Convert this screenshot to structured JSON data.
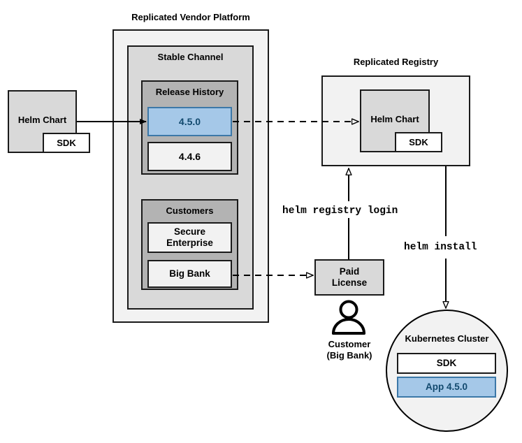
{
  "diagram": {
    "title_vendor_platform": "Replicated Vendor Platform",
    "title_registry": "Replicated Registry",
    "stable_channel": "Stable Channel",
    "release_history": "Release History",
    "customers": "Customers"
  },
  "helm_chart_source": {
    "label": "Helm Chart",
    "sdk_label": "SDK"
  },
  "releases": [
    {
      "version": "4.5.0",
      "highlighted": true
    },
    {
      "version": "4.4.6",
      "highlighted": false
    }
  ],
  "customer_list": [
    {
      "name": "Secure\nEnterprise"
    },
    {
      "name": "Big Bank"
    }
  ],
  "registry": {
    "helm_chart_label": "Helm Chart",
    "sdk_label": "SDK"
  },
  "license": {
    "label": "Paid\nLicense"
  },
  "customer_actor": {
    "line1": "Customer",
    "line2": "(Big Bank)",
    "icon": "person-icon"
  },
  "commands": {
    "registry_login": "helm registry login",
    "install": "helm install"
  },
  "cluster": {
    "title": "Kubernetes Cluster",
    "items": [
      {
        "label": "SDK",
        "highlighted": false
      },
      {
        "label": "App 4.5.0",
        "highlighted": true
      }
    ]
  },
  "colors": {
    "accent_blue_fill": "#a5c8e8",
    "accent_blue_border": "#3c78a8",
    "accent_blue_text": "#12496e",
    "outer_grey": "#f2f2f2",
    "mid_grey": "#d9d9d9",
    "dark_grey": "#b3b3b3",
    "stroke": "#1a1a1a"
  }
}
